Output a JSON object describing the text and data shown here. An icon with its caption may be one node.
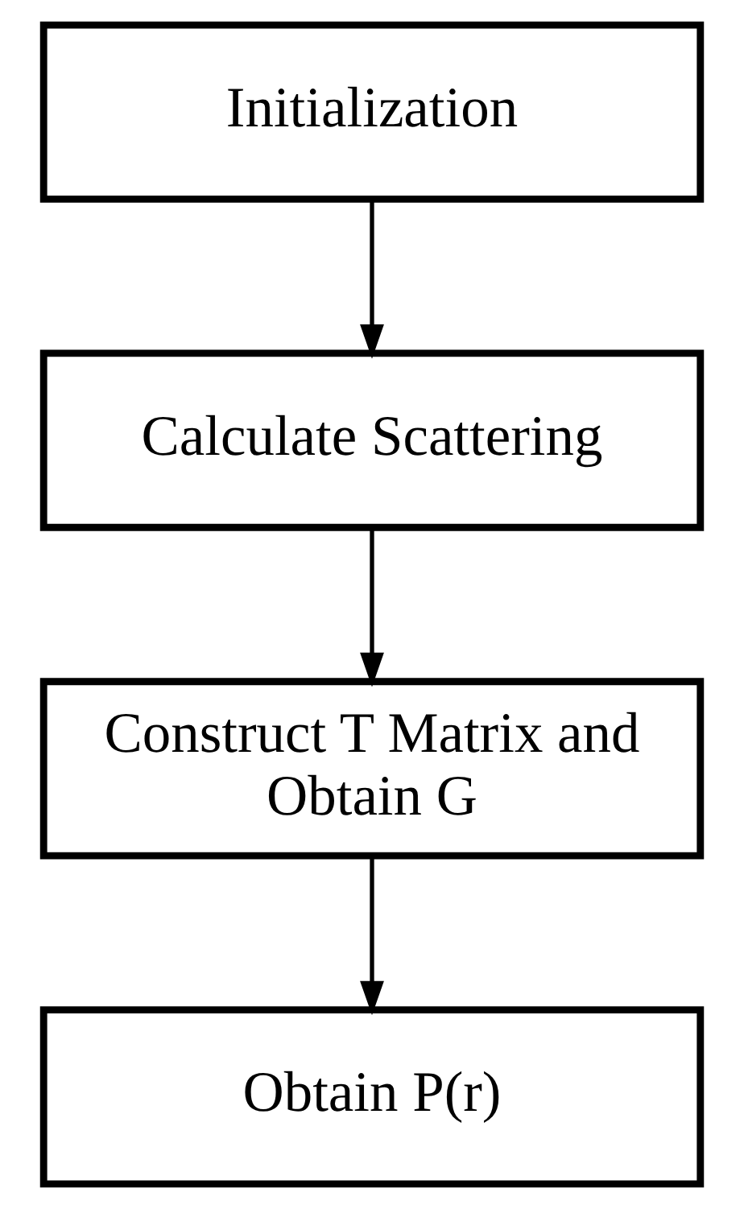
{
  "diagram": {
    "nodes": [
      {
        "text": [
          "Initialization"
        ]
      },
      {
        "text": [
          "Calculate Scattering"
        ]
      },
      {
        "text": [
          "Construct T Matrix and Obtain G"
        ]
      },
      {
        "text": [
          "Obtain P(r)"
        ]
      }
    ],
    "edges": [
      {
        "from": 0,
        "to": 1,
        "arrow": "to"
      },
      {
        "from": 1,
        "to": 2,
        "arrow": "to"
      },
      {
        "from": 2,
        "to": 3,
        "arrow": "to"
      }
    ]
  }
}
